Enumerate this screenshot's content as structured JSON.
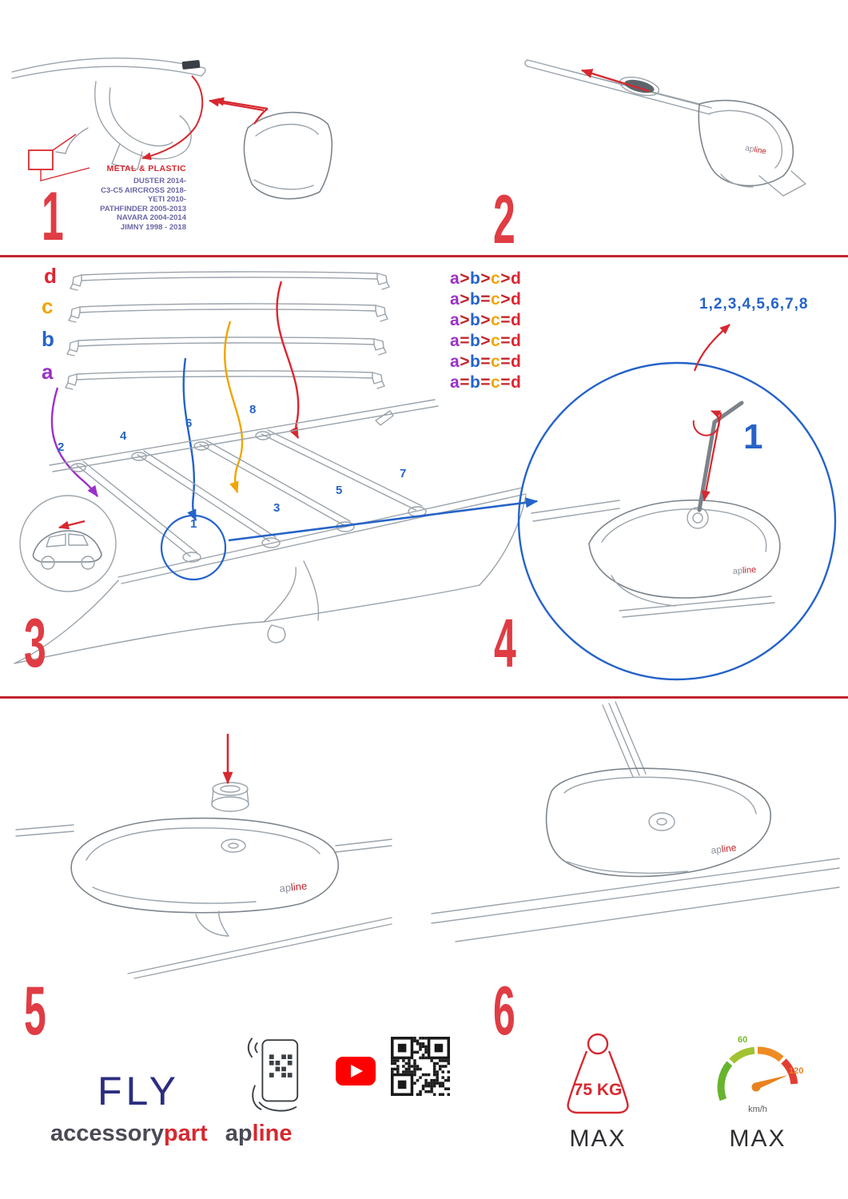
{
  "product_logo": {
    "ap": "ap",
    "line": "line"
  },
  "step1": {
    "number": "1",
    "material_label": "METAL & PLASTIC",
    "models": [
      "DUSTER 2014-",
      "C3-C5 AIRCROSS 2018-",
      "YETI 2010-",
      "PATHFINDER 2005-2013",
      "NAVARA 2004-2014",
      "JIMNY 1998 - 2018"
    ]
  },
  "step2": {
    "number": "2"
  },
  "step3": {
    "number": "3",
    "bars": [
      {
        "label": "d",
        "color": "#e02430"
      },
      {
        "label": "c",
        "color": "#f0a500"
      },
      {
        "label": "b",
        "color": "#2563c9"
      },
      {
        "label": "a",
        "color": "#9b30c9"
      }
    ],
    "positions": [
      "1",
      "2",
      "3",
      "4",
      "5",
      "6",
      "7",
      "8"
    ]
  },
  "step4": {
    "number": "4",
    "sequence": "1,2,3,4,5,6,7,8",
    "callout": "1",
    "relations": [
      "a>b>c>d",
      "a>b=c>d",
      "a>b>c=d",
      "a=b>c=d",
      "a>b=c=d",
      "a=b=c=d"
    ],
    "letter_colors": {
      "a": "#9b30c9",
      "b": "#2563c9",
      "c": "#f0a500",
      "d": "#e02430",
      "op": "#c2242b"
    }
  },
  "step5": {
    "number": "5"
  },
  "step6": {
    "number": "6"
  },
  "footer": {
    "fly": "FLY",
    "brand": {
      "accessory": "accessory",
      "part": "part",
      "ap": "ap",
      "line": "line"
    },
    "weight": {
      "value": "75 KG",
      "max": "MAX"
    },
    "speed": {
      "low": "60",
      "high": "120",
      "unit": "km/h",
      "max": "MAX"
    }
  },
  "colors": {
    "divider": "#c0262e",
    "step_number": "#e03c44",
    "accent_red": "#d7282f",
    "accent_blue": "#2563c9",
    "navy": "#2b2d80",
    "brand_gray": "#4b4b55"
  }
}
